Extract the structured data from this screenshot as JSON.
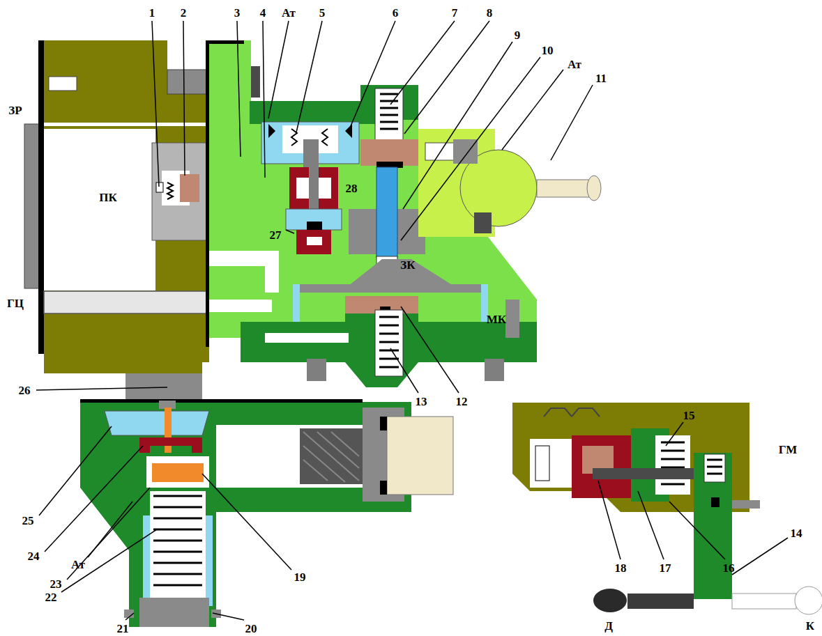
{
  "diagram": {
    "labels": [
      "1",
      "2",
      "3",
      "4",
      "Ат",
      "5",
      "6",
      "7",
      "8",
      "9",
      "10",
      "Ат",
      "11",
      "ЗР",
      "ПК",
      "28",
      "27",
      "ЗК",
      "ГЦ",
      "МК",
      "26",
      "13",
      "12",
      "15",
      "ГМ",
      "25",
      "24",
      "Ат",
      "19",
      "23",
      "18",
      "17",
      "16",
      "14",
      "22",
      "21",
      "20",
      "Д",
      "К"
    ]
  }
}
